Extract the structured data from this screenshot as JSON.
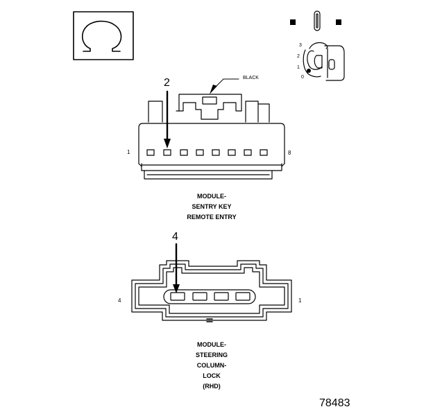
{
  "connector1": {
    "callout": "2",
    "wire_color": "BLACK",
    "pin_left": "1",
    "pin_right": "8",
    "caption_lines": [
      "MODULE-",
      "SENTRY KEY",
      "REMOTE ENTRY"
    ]
  },
  "connector2": {
    "callout": "4",
    "pin_left": "4",
    "pin_right": "1",
    "caption_lines": [
      "MODULE-",
      "STEERING",
      "COLUMN-",
      "LOCK",
      "(RHD)"
    ]
  },
  "key_switch": {
    "positions": [
      "3",
      "2",
      "1",
      "0"
    ]
  },
  "figure_number": "78483",
  "icons": [
    "ohm-symbol-icon",
    "ignition-key-icon"
  ]
}
